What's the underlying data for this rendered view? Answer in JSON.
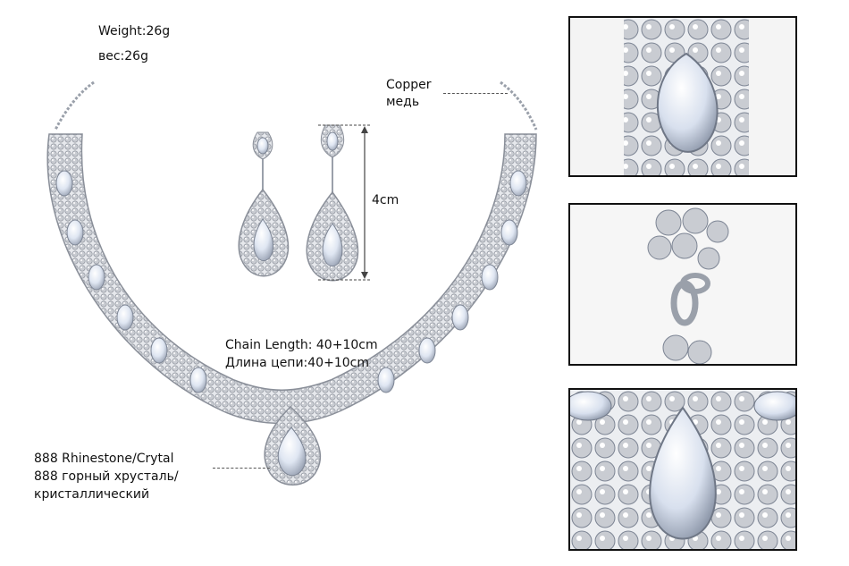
{
  "specs": {
    "weight_en": "Weight:26g",
    "weight_ru": "вес:26g",
    "material_en": "Copper",
    "material_ru": "медь",
    "earring_length": "4cm",
    "chain_length_en": "Chain Length: 40+10cm",
    "chain_length_ru": "Длина цепи:40+10cm",
    "stone_line1": "888 Rhinestone/Crytal",
    "stone_line2": "888 горный хрусталь/",
    "stone_line3": "кристаллический"
  },
  "colors": {
    "silver": "#c9ccd2",
    "crystal": "#dfe6f2",
    "outline": "#8a8f99",
    "frame": "#111111"
  },
  "details": [
    {
      "icon": "earring-top-closeup-image"
    },
    {
      "icon": "clasp-link-closeup-image"
    },
    {
      "icon": "pendant-stone-closeup-image"
    }
  ]
}
